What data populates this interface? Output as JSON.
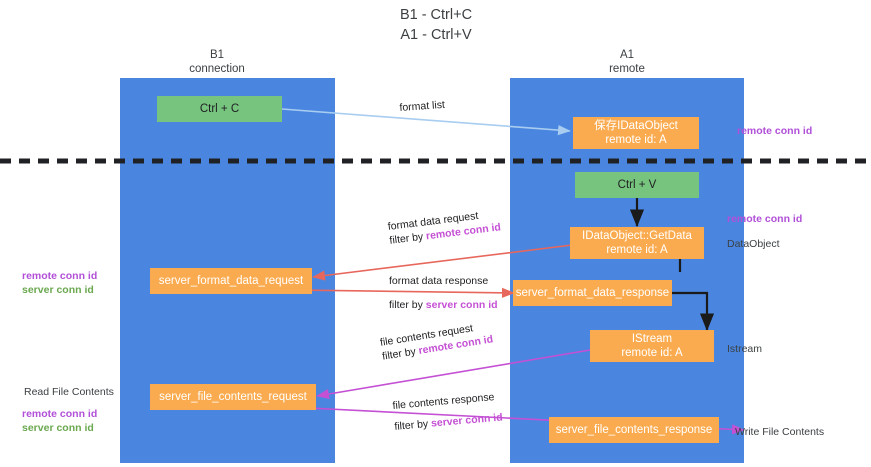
{
  "title": "B1 - Ctrl+C\nA1 - Ctrl+V",
  "colors": {
    "lane": "#4a86e0",
    "node_orange": "#fbab4f",
    "node_green": "#77c47e",
    "remote_conn_id": "#b14fd8",
    "server_conn_id": "#6aa84f",
    "arrow_format_list": "#a8cdf0",
    "arrow_format_data": "#e8675c",
    "arrow_file_contents": "#c450d4",
    "arrow_black": "#1a1a1a",
    "divider": "#202124"
  },
  "lanes": [
    {
      "id": "b1",
      "header": "B1\nconnection"
    },
    {
      "id": "a1",
      "header": "A1\nremote"
    }
  ],
  "nodes": [
    {
      "id": "ctrl-c",
      "kind": "green",
      "line1": "Ctrl + C",
      "line2": ""
    },
    {
      "id": "store-idataobject",
      "kind": "orange",
      "line1": "保存IDataObject",
      "line2": "remote id: A"
    },
    {
      "id": "ctrl-v",
      "kind": "green",
      "line1": "Ctrl + V",
      "line2": ""
    },
    {
      "id": "idataobject-getdata",
      "kind": "orange",
      "line1": "IDataObject::GetData",
      "line2": "remote id: A"
    },
    {
      "id": "server-format-data-request",
      "kind": "orange",
      "line1": "server_format_data_request",
      "line2": ""
    },
    {
      "id": "server-format-data-response",
      "kind": "orange",
      "line1": "server_format_data_response",
      "line2": ""
    },
    {
      "id": "istream",
      "kind": "orange",
      "line1": "IStream",
      "line2": "remote id: A"
    },
    {
      "id": "server-file-contents-request",
      "kind": "orange",
      "line1": "server_file_contents_request",
      "line2": ""
    },
    {
      "id": "server-file-contents-response",
      "kind": "orange",
      "line1": "server_file_contents_response",
      "line2": ""
    }
  ],
  "edge_labels": {
    "format_list": "format list",
    "format_data_request": "format data request",
    "format_data_request_filter_prefix": "filter by ",
    "format_data_request_filter_key": "remote conn id",
    "format_data_response": "format data response",
    "format_data_response_filter_prefix": "filter by ",
    "format_data_response_filter_key": "server conn id",
    "file_contents_request": "file contents request",
    "file_contents_request_filter_prefix": "filter by ",
    "file_contents_request_filter_key": "remote conn id",
    "file_contents_response": "file contents response",
    "file_contents_response_filter_prefix": "filter by ",
    "file_contents_response_filter_key": "server conn id"
  },
  "side_notes": {
    "right_top_remote": "remote conn id",
    "right_mid_remote": "remote conn id",
    "right_dataobject": "DataObject",
    "right_istream": "Istream",
    "right_write_file_contents": "Write File Contents",
    "left_remote_conn_id": "remote conn id",
    "left_server_conn_id": "server conn id",
    "left_read_file_contents": "Read File Contents",
    "left_remote_conn_id_2": "remote conn id",
    "left_server_conn_id_2": "server conn id"
  }
}
